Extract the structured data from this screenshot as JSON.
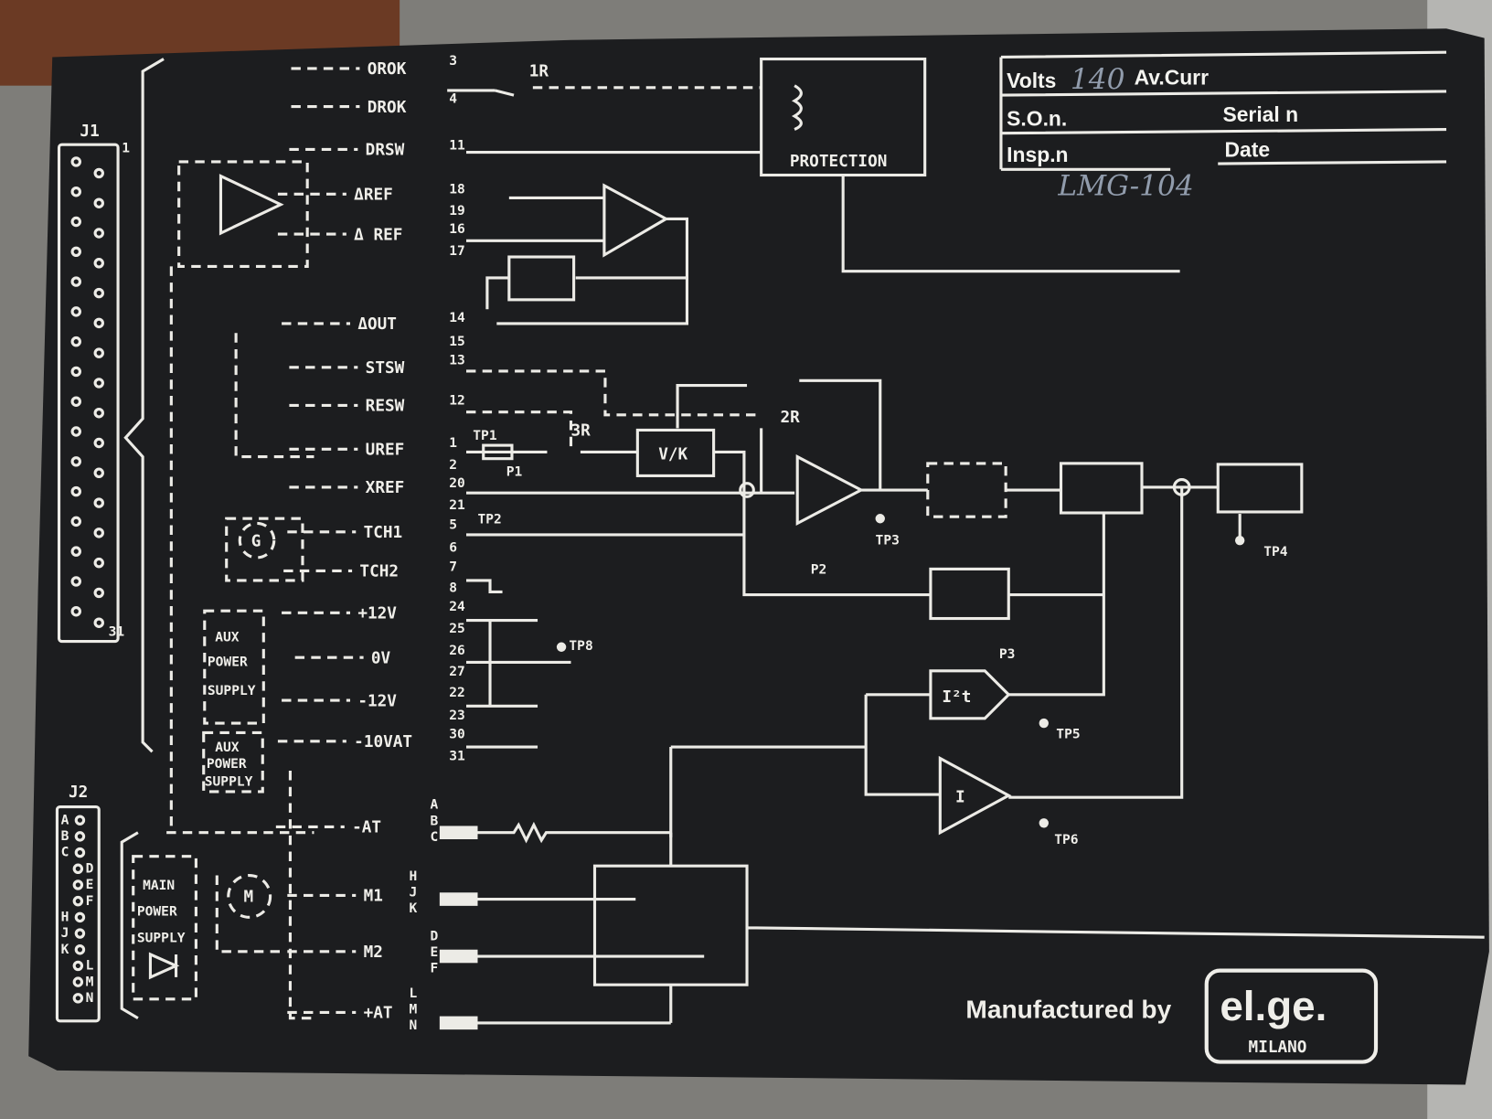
{
  "connector_j1": {
    "title": "J1",
    "first_pin": "1",
    "last_pin": "31"
  },
  "connector_j2": {
    "title": "J2",
    "pins": [
      "A",
      "B",
      "C",
      "D",
      "E",
      "F",
      "H",
      "J",
      "K",
      "L",
      "M",
      "N"
    ]
  },
  "signals": [
    "OROK",
    "DROK",
    "DRSW",
    "ΔREF",
    "Δ REF",
    "ΔOUT",
    "STSW",
    "RESW",
    "UREF",
    "XREF",
    "TCH1",
    "TCH2",
    "+12V",
    "0V",
    "-12V",
    "-10VAT",
    "-AT",
    "M1",
    "M2",
    "+AT"
  ],
  "pins": [
    "3",
    "4",
    "11",
    "18",
    "19",
    "16",
    "17",
    "14",
    "15",
    "13",
    "12",
    "1",
    "2",
    "20",
    "21",
    "5",
    "6",
    "7",
    "8",
    "24",
    "25",
    "26",
    "27",
    "22",
    "23",
    "30",
    "31"
  ],
  "power_pins": [
    "A B C",
    "H J K",
    "D E F",
    "L M N"
  ],
  "blocks": {
    "protection": "PROTECTION",
    "vk": "V/K",
    "i2t": "I²t",
    "i": "I",
    "aux1": [
      "AUX",
      "POWER",
      "SUPPLY"
    ],
    "aux2": [
      "AUX",
      "POWER",
      "SUPPLY"
    ],
    "main": [
      "MAIN",
      "POWER",
      "SUPPLY"
    ],
    "tacho": "G",
    "motor": "M"
  },
  "components": [
    "1R",
    "2R",
    "3R",
    "TP1",
    "TP2",
    "TP3",
    "TP4",
    "TP5",
    "TP6",
    "TP8",
    "P1",
    "P2",
    "P3"
  ],
  "info_box": {
    "volts_label": "Volts",
    "volts_value": "140",
    "avcurr_label": "Av.Curr",
    "son_label": "S.O.n.",
    "serial_label": "Serial n",
    "insp_label": "Insp.n",
    "date_label": "Date",
    "handwritten": "LMG-104"
  },
  "maker": {
    "caption": "Manufactured by",
    "logo": "el.ge.",
    "city": "MILANO"
  },
  "colors": {
    "panel": "#1c1d1f",
    "ink": "#ecebe6"
  }
}
